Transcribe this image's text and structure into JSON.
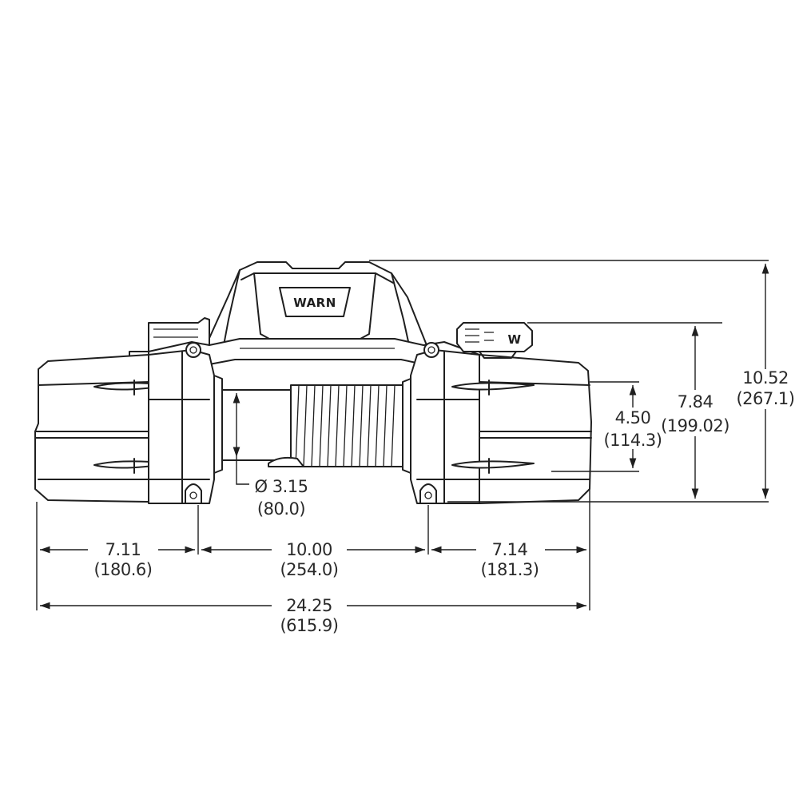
{
  "logo": {
    "brand": "WARN",
    "remote_brand": "W"
  },
  "dimensions": {
    "overall_height": {
      "in": "10.52",
      "mm": "(267.1)"
    },
    "controller_height": {
      "in": "7.84",
      "mm": "(199.02)"
    },
    "mount_height": {
      "in": "4.50",
      "mm": "(114.3)"
    },
    "drum_diameter": {
      "in": "Ø 3.15",
      "mm": "(80.0)"
    },
    "left_offset": {
      "in": "7.11",
      "mm": "(180.6)"
    },
    "bolt_spacing": {
      "in": "10.00",
      "mm": "(254.0)"
    },
    "right_offset": {
      "in": "7.14",
      "mm": "(181.3)"
    },
    "overall_length": {
      "in": "24.25",
      "mm": "(615.9)"
    }
  },
  "colors": {
    "line": "#1f1f1f",
    "text": "#2a2a2a",
    "background": "#ffffff"
  }
}
